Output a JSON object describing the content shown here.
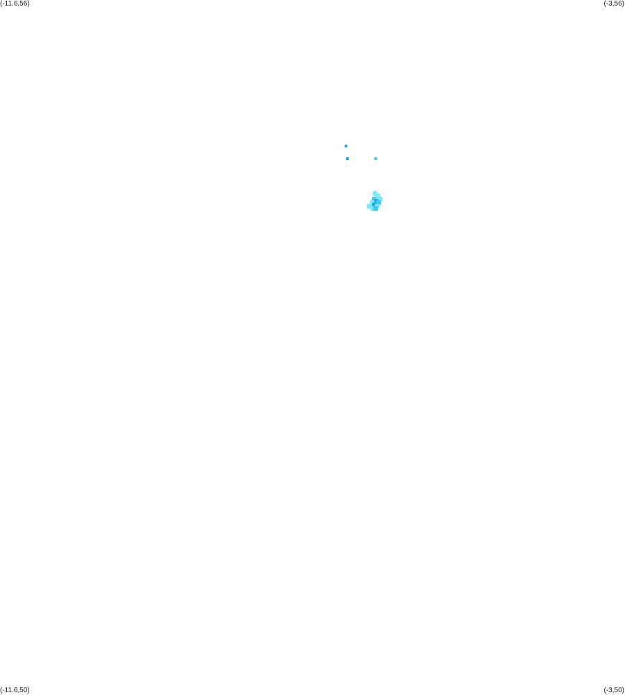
{
  "corners": {
    "top_left": "(-11.6,56)",
    "top_right": "(-3,56)",
    "bottom_left": "(-11.6,50)",
    "bottom_right": "(-3,50)"
  },
  "extent": {
    "lon_min": -11.6,
    "lon_max": -3,
    "lat_min": 50,
    "lat_max": 56
  },
  "colors": {
    "background": "#ffffff",
    "light": "#7fe8f8",
    "medium": "#3fc8f0",
    "dark": "#1aa8e8"
  },
  "features": [
    {
      "id": "islet-nw",
      "lon": -6.84,
      "lat": 54.74,
      "shade": "dark"
    },
    {
      "id": "islet-w",
      "lon": -6.82,
      "lat": 54.63,
      "shade": "dark"
    },
    {
      "id": "islet-e",
      "lon": -6.43,
      "lat": 54.63,
      "shade": "medium"
    },
    {
      "id": "patch-1",
      "lon": -6.44,
      "lat": 54.33,
      "shade": "light"
    },
    {
      "id": "patch-2",
      "lon": -6.4,
      "lat": 54.31,
      "shade": "light"
    },
    {
      "id": "patch-3",
      "lon": -6.45,
      "lat": 54.28,
      "shade": "medium"
    },
    {
      "id": "patch-4",
      "lon": -6.37,
      "lat": 54.28,
      "shade": "light"
    },
    {
      "id": "patch-5",
      "lon": -6.42,
      "lat": 54.26,
      "shade": "dark"
    },
    {
      "id": "patch-6",
      "lon": -6.48,
      "lat": 54.25,
      "shade": "light"
    },
    {
      "id": "patch-7",
      "lon": -6.39,
      "lat": 54.25,
      "shade": "medium"
    },
    {
      "id": "patch-8",
      "lon": -6.45,
      "lat": 54.23,
      "shade": "dark"
    },
    {
      "id": "patch-9",
      "lon": -6.52,
      "lat": 54.22,
      "shade": "light"
    },
    {
      "id": "patch-10",
      "lon": -6.41,
      "lat": 54.22,
      "shade": "light"
    },
    {
      "id": "patch-11",
      "lon": -6.47,
      "lat": 54.2,
      "shade": "light"
    },
    {
      "id": "patch-12",
      "lon": -6.43,
      "lat": 54.2,
      "shade": "medium"
    }
  ]
}
